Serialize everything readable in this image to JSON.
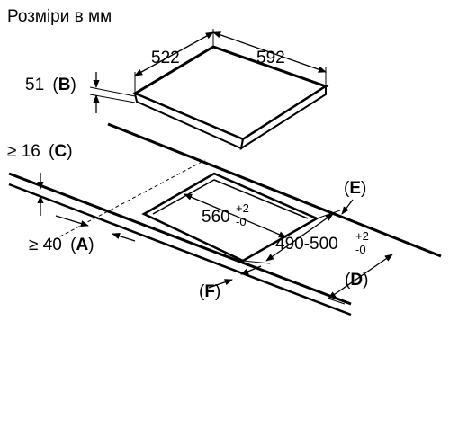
{
  "title": "Розміри в мм",
  "hob": {
    "depth": "522",
    "width": "592",
    "height_value": "51",
    "height_letter": "B"
  },
  "clearance_c": {
    "symbol": "≥ 16",
    "letter": "C"
  },
  "clearance_a": {
    "symbol": "≥ 40",
    "letter": "A"
  },
  "cutout": {
    "width_value": "560",
    "width_tol_plus": "+2",
    "width_tol_minus": "-0",
    "depth_value": "490-500",
    "depth_tol_plus": "+2",
    "depth_tol_minus": "-0"
  },
  "labels": {
    "e": "E",
    "f": "F",
    "d": "D"
  },
  "paren_open": "(",
  "paren_close": ")"
}
